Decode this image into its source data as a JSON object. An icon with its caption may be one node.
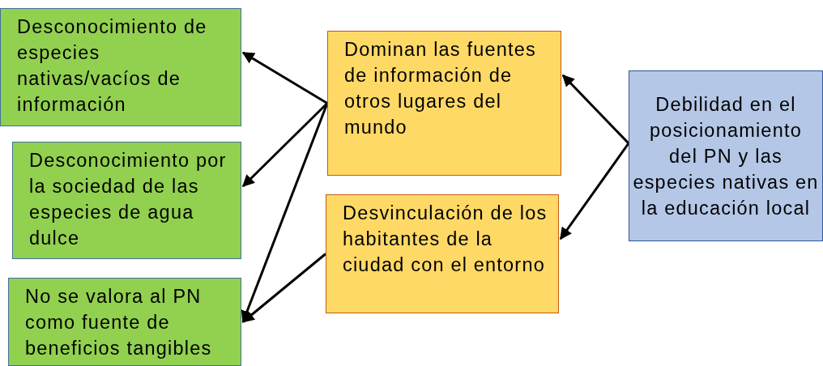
{
  "diagram": {
    "nodes": [
      {
        "text": [
          "Desconocimiento de especies nativas/vacíos de información"
        ]
      },
      {
        "text": [
          "Desconocimiento por la sociedad de las especies de agua dulce"
        ]
      },
      {
        "text": [
          "No se valora al PN como fuente de beneficios tangibles"
        ]
      },
      {
        "text": [
          "Dominan las fuentes de información de otros lugares del mundo"
        ]
      },
      {
        "text": [
          "Desvinculación de los habitantes de la ciudad con el entorno"
        ]
      },
      {
        "text": [
          "Debilidad en el posicionamiento del PN y las especies nativas en la educación local"
        ]
      }
    ],
    "edges": [
      {
        "from": 3,
        "to": 0,
        "arrow": "to"
      },
      {
        "from": 3,
        "to": 1,
        "arrow": "to"
      },
      {
        "from": 3,
        "to": 2,
        "arrow": "to"
      },
      {
        "from": 4,
        "to": 2,
        "arrow": "to"
      },
      {
        "from": 5,
        "to": 3,
        "arrow": "to"
      },
      {
        "from": 5,
        "to": 4,
        "arrow": "to"
      }
    ]
  }
}
